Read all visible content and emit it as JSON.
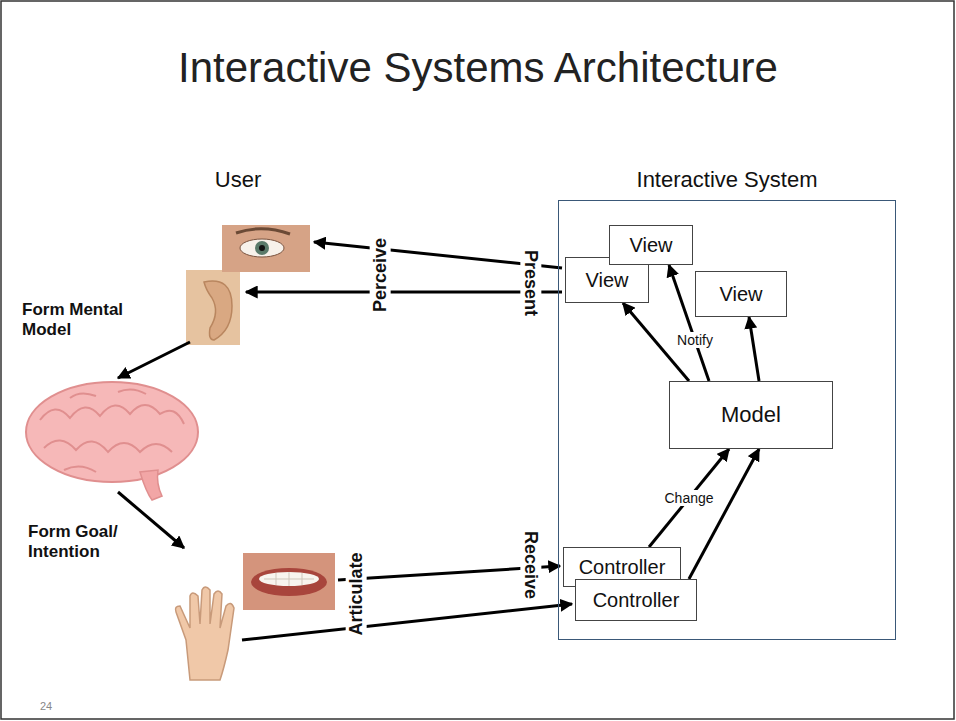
{
  "diagram": {
    "title": "Interactive Systems Architecture",
    "nodes": [
      {
        "text": [
          "Interactive System"
        ]
      },
      {
        "text": [
          "View"
        ],
        "in": 0
      },
      {
        "text": [
          "View"
        ],
        "in": 0
      },
      {
        "text": [
          "View"
        ],
        "in": 0
      },
      {
        "text": [
          "Model"
        ],
        "in": 0
      },
      {
        "text": [
          "Controller"
        ],
        "in": 0
      },
      {
        "text": [
          "Controller"
        ],
        "in": 0
      }
    ],
    "edges": [
      {
        "from": 4,
        "to": 1,
        "arrow": "to"
      },
      {
        "from": 4,
        "to": 2,
        "label": "Notify",
        "arrow": "to"
      },
      {
        "from": 4,
        "to": 3,
        "arrow": "to"
      },
      {
        "from": 5,
        "to": 4,
        "label": "Change",
        "arrow": "to"
      },
      {
        "from": 6,
        "to": 4,
        "arrow": "to"
      }
    ],
    "labels": [
      "User",
      "Perceive",
      "Present",
      "Form Mental Model",
      "Form Goal/ Intention",
      "Articulate",
      "Receive",
      "24"
    ]
  }
}
